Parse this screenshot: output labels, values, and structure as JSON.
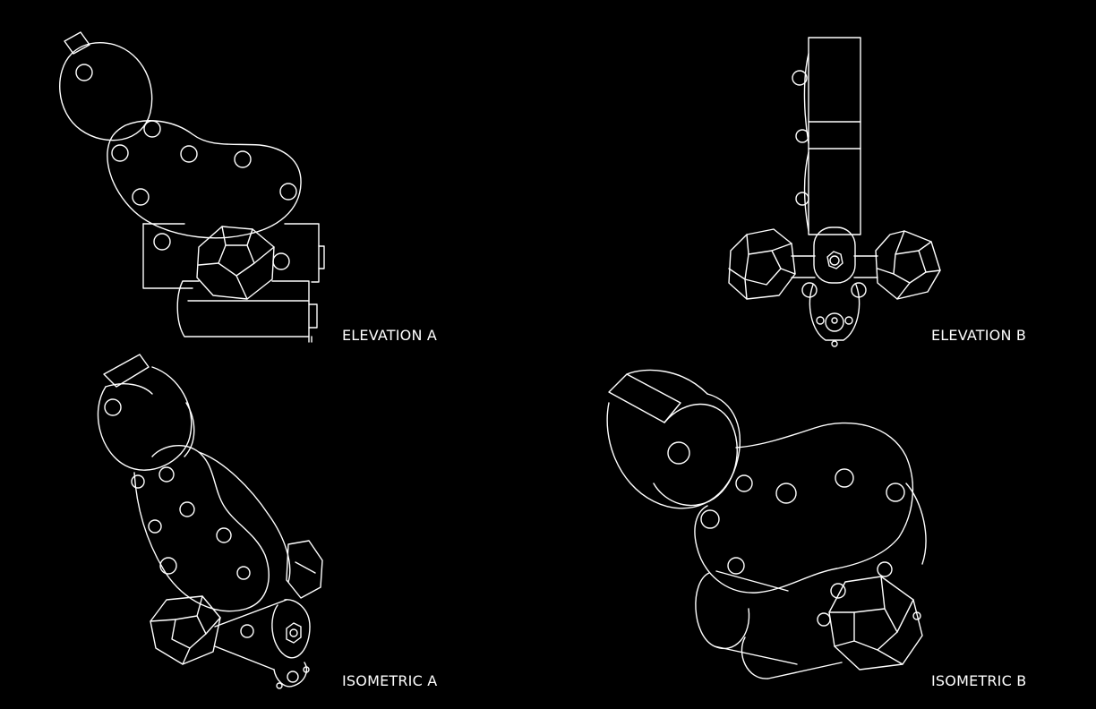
{
  "views": [
    {
      "id": "elevation-a",
      "label": "ELEVATION A"
    },
    {
      "id": "elevation-b",
      "label": "ELEVATION B"
    },
    {
      "id": "isometric-a",
      "label": "ISOMETRIC A"
    },
    {
      "id": "isometric-b",
      "label": "ISOMETRIC B"
    }
  ],
  "colors": {
    "background": "#000000",
    "linework": "#ffffff"
  }
}
